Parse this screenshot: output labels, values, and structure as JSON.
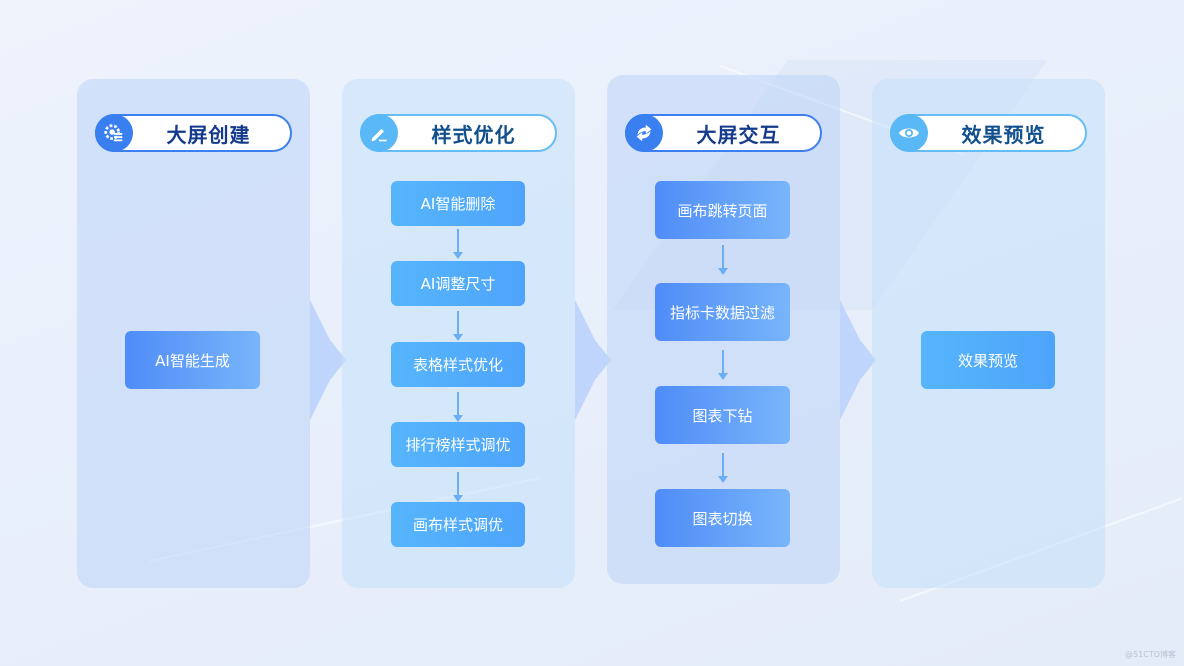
{
  "columns": [
    {
      "title": "大屏创建",
      "icon": "gear-list-icon",
      "steps": [
        "AI智能生成"
      ]
    },
    {
      "title": "样式优化",
      "icon": "pencil-icon",
      "steps": [
        "AI智能删除",
        "AI调整尺寸",
        "表格样式优化",
        "排行榜样式调优",
        "画布样式调优"
      ]
    },
    {
      "title": "大屏交互",
      "icon": "refresh-arrows-icon",
      "steps": [
        "画布跳转页面",
        "指标卡数据过滤",
        "图表下钻",
        "图表切换"
      ]
    },
    {
      "title": "效果预览",
      "icon": "eye-icon",
      "steps": [
        "效果预览"
      ]
    }
  ],
  "colors": {
    "primary": "#3a7ff0",
    "light": "#5ab8f6",
    "title_dark": "#143a8c"
  },
  "watermark": "@51CTO博客"
}
